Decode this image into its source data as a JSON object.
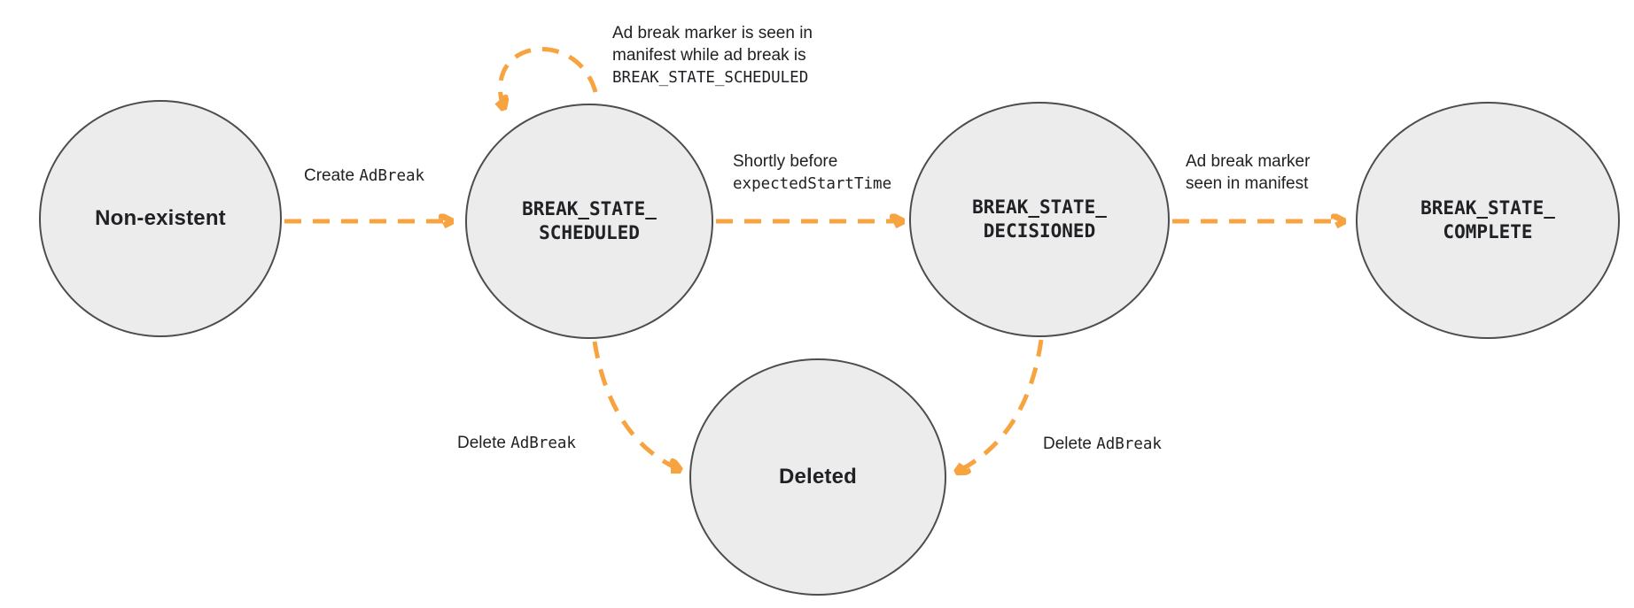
{
  "diagram": {
    "type": "state-machine",
    "states": {
      "non_existent": {
        "label": "Non-existent"
      },
      "scheduled": {
        "label": "BREAK_STATE_\nSCHEDULED"
      },
      "decisioned": {
        "label": "BREAK_STATE_\nDECISIONED"
      },
      "complete": {
        "label": "BREAK_STATE_\nCOMPLETE"
      },
      "deleted": {
        "label": "Deleted"
      }
    },
    "edges": {
      "create": {
        "from": "non_existent",
        "to": "scheduled",
        "text": "Create ",
        "code": "AdBreak"
      },
      "self_loop": {
        "from": "scheduled",
        "to": "scheduled",
        "line1": "Ad break marker is seen in",
        "line2": "manifest while ad break is",
        "line3_code": "BREAK_STATE_SCHEDULED"
      },
      "decision": {
        "from": "scheduled",
        "to": "decisioned",
        "text": "Shortly before",
        "code": "expectedStartTime"
      },
      "complete": {
        "from": "decisioned",
        "to": "complete",
        "line1": "Ad break marker",
        "line2": "seen in manifest"
      },
      "delete_from_scheduled": {
        "from": "scheduled",
        "to": "deleted",
        "text": "Delete ",
        "code": "AdBreak"
      },
      "delete_from_decisioned": {
        "from": "decisioned",
        "to": "deleted",
        "text": "Delete ",
        "code": "AdBreak"
      }
    },
    "colors": {
      "arrow": "#F6A340",
      "state_fill": "#ECECEC",
      "state_border": "#4D4D4D",
      "text": "#202124",
      "background": "#FFFFFF"
    }
  }
}
